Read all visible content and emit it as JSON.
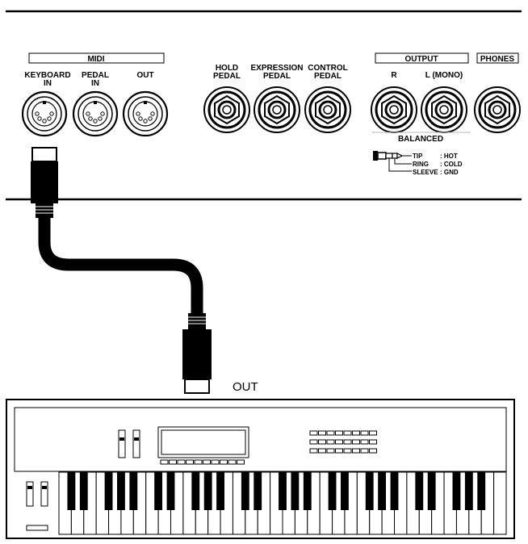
{
  "rear_panel": {
    "midi_group_label": "MIDI",
    "output_group_label": "OUTPUT",
    "phones_label": "PHONES",
    "balanced_label": "BALANCED",
    "jacks": [
      {
        "line1": "KEYBOARD",
        "line2": "IN"
      },
      {
        "line1": "PEDAL",
        "line2": "IN"
      },
      {
        "line1": "OUT",
        "line2": ""
      },
      {
        "line1": "HOLD",
        "line2": "PEDAL"
      },
      {
        "line1": "EXPRESSION",
        "line2": "PEDAL"
      },
      {
        "line1": "CONTROL",
        "line2": "PEDAL"
      },
      {
        "line1": "R",
        "line2": ""
      },
      {
        "line1": "L (MONO)",
        "line2": ""
      }
    ],
    "plug_legend": [
      {
        "name": "TIP",
        "value": ": HOT"
      },
      {
        "name": "RING",
        "value": ": COLD"
      },
      {
        "name": "SLEEVE",
        "value": ": GND"
      }
    ]
  },
  "cable": {
    "out_label": "OUT"
  }
}
